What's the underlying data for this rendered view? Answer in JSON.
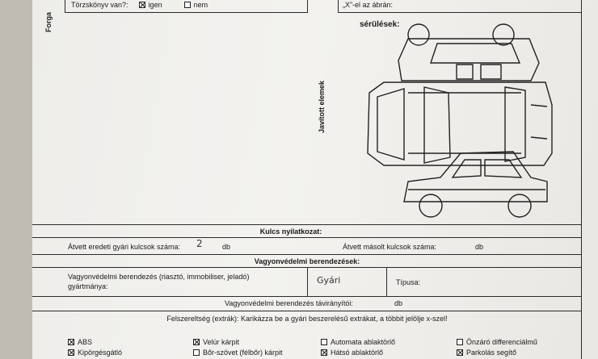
{
  "side_label": "Forga",
  "registration": {
    "label": "Törzskönyv van?:",
    "yes_label": "igen",
    "yes_checked": true,
    "no_label": "nem",
    "no_checked": false
  },
  "damage_instruction": "„X”-el az ábrán:",
  "damage_title": "sérülések:",
  "repaired_label": "Javított elemek",
  "keys": {
    "title": "Kulcs nyilatkozat:",
    "original_label": "Átvett eredeti gyári kulcsok száma:",
    "original_value": "2",
    "original_unit": "db",
    "copy_label": "Átvett másolt kulcsok száma:",
    "copy_unit": "db"
  },
  "security": {
    "title": "Vagyonvédelmi berendezések:",
    "device_label_1": "Vagyonvédelmi berendezés (riasztó, immobiliser, jeladó)",
    "device_label_2": "gyártmánya:",
    "device_value": "Gyári",
    "type_label": "Típusa:",
    "remote_label": "Vagyonvédelmi berendezés távirányítói:",
    "remote_unit": "db"
  },
  "extras": {
    "title": "Felszereltség (extrák): Karikázza be a gyári beszerelésű extrákat, a többit jelölje x-szel!",
    "items": [
      {
        "label": "ABS",
        "checked": true
      },
      {
        "label": "Velúr kárpit",
        "checked": true
      },
      {
        "label": "Automata ablaktörlő",
        "checked": false
      },
      {
        "label": "Önzáró differenciálmű",
        "checked": false
      },
      {
        "label": "Kipörgésgátló",
        "checked": true
      },
      {
        "label": "Bőr-szövet (félbőr) kárpit",
        "checked": false
      },
      {
        "label": "Hátsó ablaktörlő",
        "checked": true
      },
      {
        "label": "Parkolás segítő",
        "checked": true
      }
    ]
  }
}
